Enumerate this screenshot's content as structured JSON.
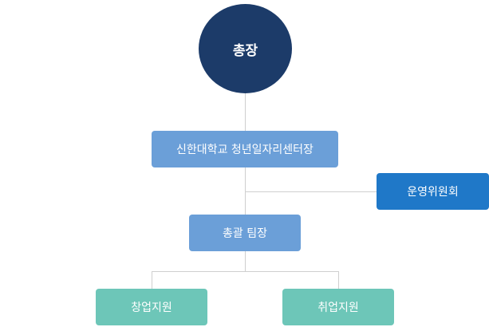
{
  "org_chart": {
    "president": "총장",
    "center_director": "신한대학교 청년일자리센터장",
    "steering_committee": "운영위원회",
    "general_manager": "총괄 팀장",
    "startup_support": "창업지원",
    "employment_support": "취업지원"
  },
  "colors": {
    "president": "#1c3b69",
    "director": "#6b9fd8",
    "committee": "#1f78c8",
    "manager": "#6b9fd8",
    "support": "#6dc6b8",
    "connector": "#cfcfcf"
  }
}
